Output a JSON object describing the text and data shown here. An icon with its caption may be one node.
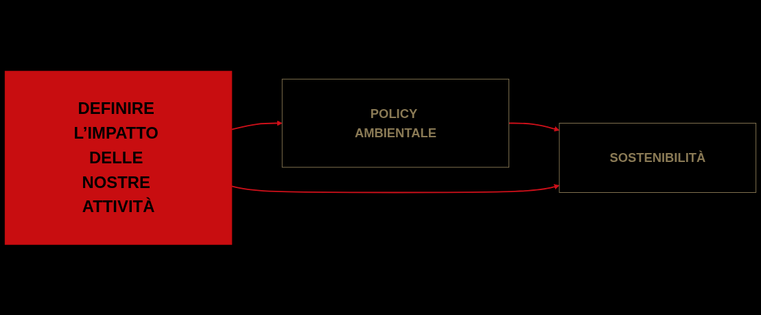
{
  "diagram": {
    "nodes": [
      {
        "text": [
          "DEFINIRE L’IMPATTO DELLE NOSTRE ATTIVITÀ"
        ]
      },
      {
        "text": [
          "POLICY AMBIENTALE"
        ]
      },
      {
        "text": [
          "SOSTENIBILITÀ"
        ]
      }
    ],
    "edges": [
      {
        "from": 0,
        "to": 1,
        "arrow": "to"
      },
      {
        "from": 1,
        "to": 2,
        "arrow": "to"
      },
      {
        "from": 0,
        "to": 2,
        "arrow": "to"
      }
    ]
  }
}
